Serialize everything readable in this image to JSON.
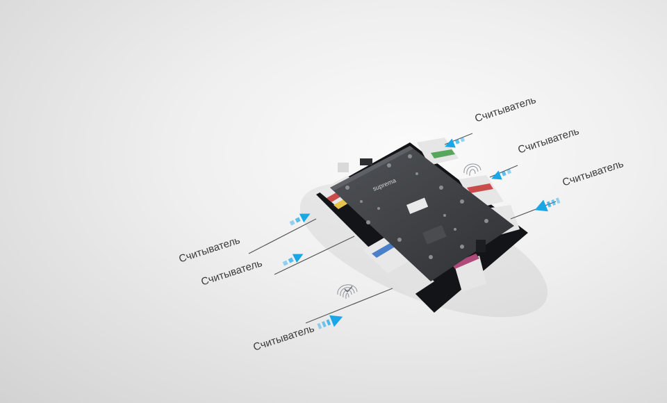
{
  "scene": {
    "device": {
      "brand": "suprema",
      "type": "access-control-controller-board",
      "colors": {
        "board": "#3b3d40",
        "frame": "#15161a",
        "terminal": "#e6e6e6",
        "accent": "#1aa7e8"
      }
    },
    "callouts": [
      {
        "text": "Считыватель",
        "icon": "arrow-icon"
      },
      {
        "text": "Считыватель",
        "icon": "fingerprint-arrow-icon"
      },
      {
        "text": "Считыватель",
        "icon": "arrow-icon"
      },
      {
        "text": "Считыватель",
        "icon": "arrow-icon"
      },
      {
        "text": "Считыватель",
        "icon": "arrow-icon"
      },
      {
        "text": "Считыватель",
        "icon": "fingerprint-arrow-icon"
      }
    ]
  }
}
